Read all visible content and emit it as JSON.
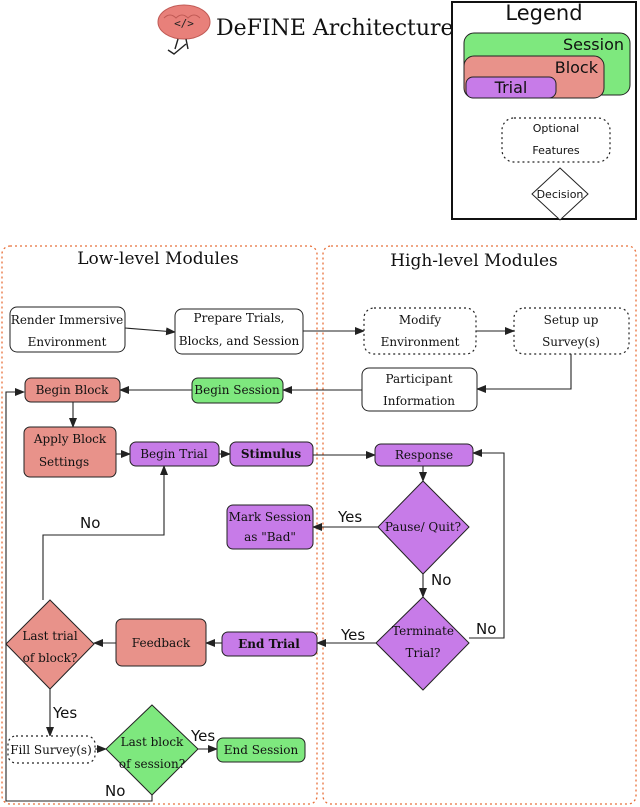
{
  "title": "DeFINE Architecture",
  "colors": {
    "session": "#7ee87e",
    "block": "#e8928a",
    "trial": "#c77be8",
    "border": "#222222",
    "module_border": "#e8703a"
  },
  "legend": {
    "title": "Legend",
    "session": "Session",
    "block": "Block",
    "trial": "Trial",
    "optional_line1": "Optional",
    "optional_line2": "Features",
    "decision": "Decision"
  },
  "modules": {
    "low_level": "Low-level Modules",
    "high_level": "High-level Modules"
  },
  "nodes": {
    "render_1": "Render Immersive",
    "render_2": "Environment",
    "prepare_1": "Prepare Trials,",
    "prepare_2": "Blocks, and Session",
    "modify_1": "Modify",
    "modify_2": "Environment",
    "setup_1": "Setup up",
    "setup_2": "Survey(s)",
    "participant_1": "Participant",
    "participant_2": "Information",
    "begin_session": "Begin Session",
    "begin_block": "Begin Block",
    "apply_1": "Apply Block",
    "apply_2": "Settings",
    "begin_trial": "Begin Trial",
    "stimulus": "Stimulus",
    "response": "Response",
    "mark_1": "Mark Session",
    "mark_2": "as \"Bad\"",
    "pause": "Pause/ Quit?",
    "terminate_1": "Terminate",
    "terminate_2": "Trial?",
    "end_trial": "End Trial",
    "feedback": "Feedback",
    "last_trial_1": "Last trial",
    "last_trial_2": "of block?",
    "fill_survey": "Fill Survey(s)",
    "last_block_1": "Last block",
    "last_block_2": "of session?",
    "end_session": "End Session"
  },
  "edges": {
    "yes_pause": "Yes",
    "no_pause": "No",
    "yes_terminate": "Yes",
    "no_terminate": "No",
    "no_last_trial": "No",
    "yes_last_trial": "Yes",
    "yes_last_block": "Yes",
    "no_last_block": "No"
  }
}
